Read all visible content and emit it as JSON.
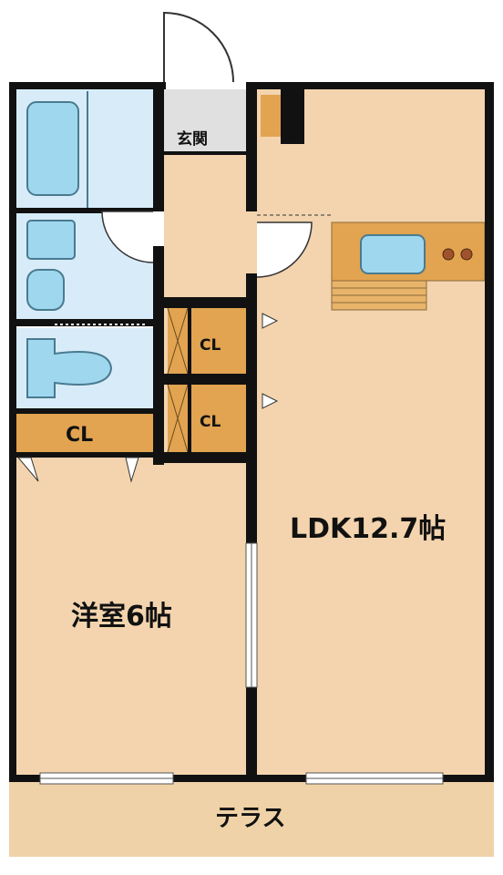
{
  "colors": {
    "wall": "#111111",
    "floor": "#f3d4ae",
    "storage": "#e2a450",
    "wet": "#d7ecf8",
    "fixture": "#9fd8ee",
    "entrance": "#e0e0e0",
    "terrace": "#f0d2a8"
  },
  "rooms": {
    "entrance": "玄関",
    "closet_1": "CL",
    "closet_2": "CL",
    "closet_3": "CL",
    "ldk": "LDK12.7帖",
    "western": "洋室6帖",
    "terrace": "テラス"
  },
  "icons": [
    "bathtub-icon",
    "washbasin-icon",
    "toilet-icon",
    "sink-icon",
    "stove-icon",
    "door-swing-icon"
  ]
}
